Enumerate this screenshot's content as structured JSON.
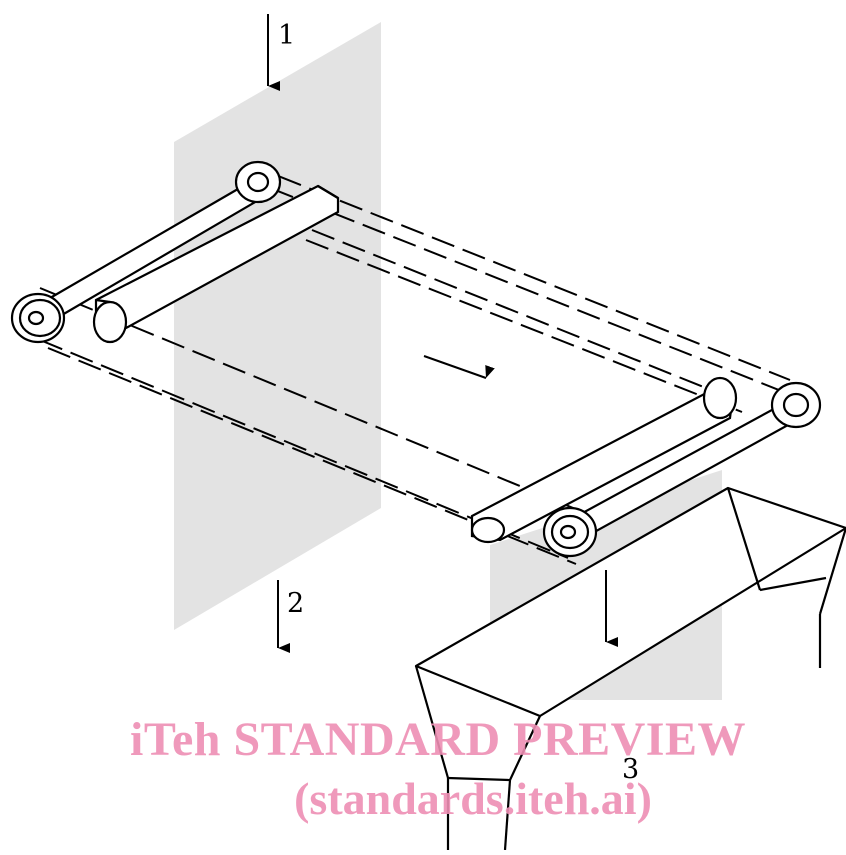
{
  "diagram": {
    "labels": {
      "feed": "1",
      "drop_through": "2",
      "hopper": "3"
    },
    "colors": {
      "line": "#000000",
      "plane": "#e3e3e3",
      "watermark": "#ee8fb4"
    }
  },
  "watermark": {
    "line1": "iTeh STANDARD PREVIEW",
    "line2": "(standards.iteh.ai)"
  }
}
